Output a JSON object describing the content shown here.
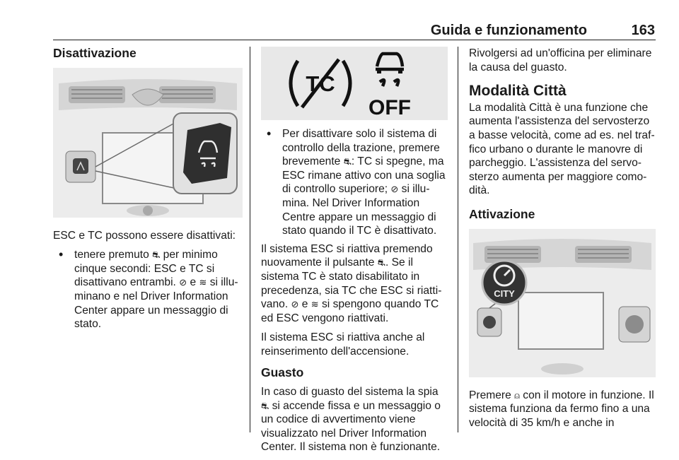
{
  "header": {
    "title": "Guida e funzionamento",
    "page_number": "163"
  },
  "col1": {
    "heading": "Disattivazione",
    "figure": {
      "button_icon": "esc-off-icon"
    },
    "intro": "ESC e TC possono essere disattivati:",
    "bullet": [
      "tenere premuto ",
      " per minimo cinque secondi: ESC e TC si disattivano entrambi. ",
      " e ",
      " si illu­minano e nel Driver Information Center appare un messaggio di stato."
    ]
  },
  "col2": {
    "figure": {
      "icons": [
        "tc-warning-icon",
        "esc-off-icon"
      ],
      "icon2_text": "OFF"
    },
    "bullet": [
      "Per disattivare solo il sistema di controllo della trazione, premere brevemente ",
      ": TC si spegne, ma ESC rimane attivo con una soglia di controllo superiore; ",
      " si illu­mina. Nel Driver Information Centre appare un messaggio di stato quando il TC è disattivato."
    ],
    "para1": [
      "Il sistema ESC si riattiva premendo nuovamente il pulsante ",
      ". Se il sistema TC è stato disabilitato in precedenza, sia TC che ESC si riatti­vano. ",
      " e ",
      " si spengono quando TC ed ESC vengono riattivati."
    ],
    "para2": "Il sistema ESC si riattiva anche al reinserimento dell'accensione.",
    "guasto_heading": "Guasto",
    "guasto_text": [
      "In caso di guasto del sistema la spia ",
      " si accende fissa e un messaggio o un codice di avvertimento viene visualizzato nel Driver Information Center. Il sistema non è funzionante."
    ]
  },
  "col3": {
    "intro": "Rivolgersi ad un'officina per eliminare la causa del guasto.",
    "heading": "Modalità Città",
    "para": "La modalità Città è una funzione che aumenta l'assistenza del servosterzo a basse velocità, come ad es. nel traf­fico urbano o durante le manovre di parcheggio. L'assistenza del servo­sterzo aumenta per maggiore como­dità.",
    "sub_heading": "Attivazione",
    "figure": {
      "button_label": "CITY"
    },
    "after_figure": [
      "Premere ",
      " con il motore in funzione. Il sistema funziona da fermo fino a una velocità di 35 km/h e anche in"
    ]
  },
  "symbols": {
    "esc_button": "⛐",
    "tc_lamp": "⊘",
    "esc_lamp": "≋",
    "city_button": "⍝"
  }
}
